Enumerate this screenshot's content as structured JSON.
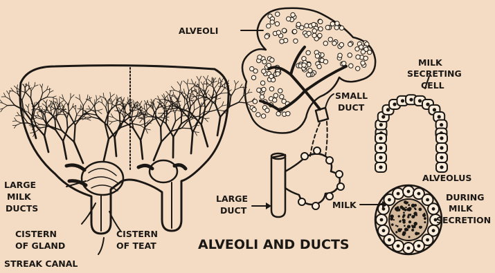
{
  "title": "ALVEOLI AND DUCTS",
  "labels": {
    "alveoli": "ALVEOLI",
    "small_duct": [
      "SMALL",
      "DUCT"
    ],
    "milk_secreting_cell": [
      "MILK",
      "SECRETING",
      "CELL"
    ],
    "large_milk_ducts": [
      "LARGE",
      "MILK",
      "DUCTS"
    ],
    "cistern_of_gland": [
      "CISTERN",
      "OF GLAND"
    ],
    "cistern_of_teat": [
      "CISTERN",
      "OF TEAT"
    ],
    "streak_canal": "STREAK CANAL",
    "large_duct": [
      "LARGE",
      "DUCT"
    ],
    "milk": "MILK",
    "alveolus": "ALVEOLUS",
    "during_milk_secretion": [
      "DURING",
      "MILK",
      "SECRETION"
    ]
  },
  "colors": {
    "background": "#f3dcc3",
    "ink": "#1a1714",
    "paper_light": "#fbeedd"
  }
}
